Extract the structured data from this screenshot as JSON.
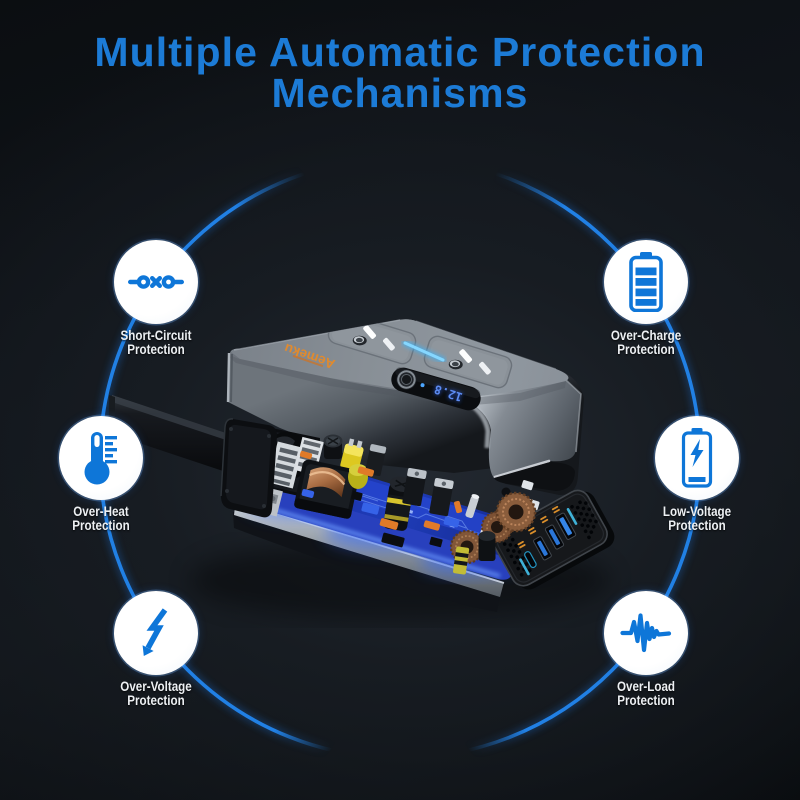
{
  "title": {
    "line1": "Multiple Automatic Protection",
    "line2": "Mechanisms"
  },
  "accent_color": "#1c7bd6",
  "icon_color": "#0e76d8",
  "ring_color": "#2479d8",
  "features": [
    {
      "id": "short-circuit",
      "icon": "short-circuit-icon",
      "line1": "Short-Circuit",
      "line2": "Protection"
    },
    {
      "id": "over-charge",
      "icon": "battery-charge-icon",
      "line1": "Over-Charge",
      "line2": "Protection"
    },
    {
      "id": "over-heat",
      "icon": "thermometer-icon",
      "line1": "Over-Heat",
      "line2": "Protection"
    },
    {
      "id": "low-voltage",
      "icon": "battery-low-icon",
      "line1": "Low-Voltage",
      "line2": "Protection"
    },
    {
      "id": "over-voltage",
      "icon": "high-voltage-icon",
      "line1": "Over-Voltage",
      "line2": "Protection"
    },
    {
      "id": "over-load",
      "icon": "waveform-icon",
      "line1": "Over-Load",
      "line2": "Protection"
    }
  ],
  "product": {
    "brand": "Aemeku",
    "display_value": "12.8"
  }
}
